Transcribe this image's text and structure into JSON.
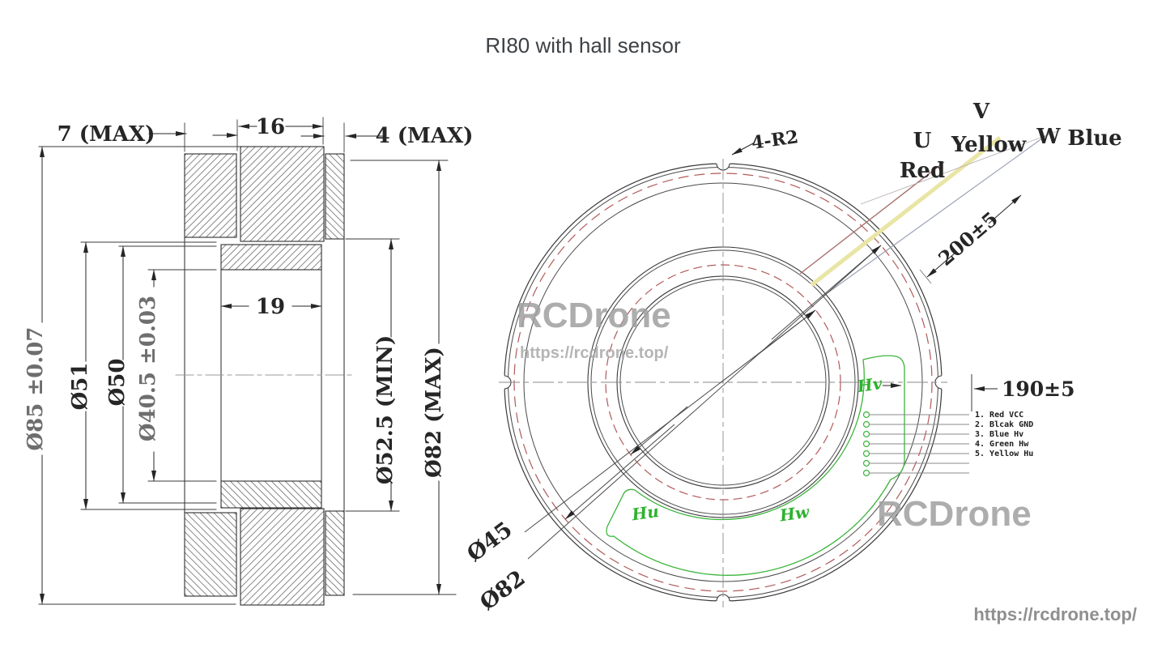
{
  "title": "RI80 with hall sensor",
  "watermark": {
    "brand": "RCDrone",
    "url": "https://rcdrone.top/"
  },
  "side_view": {
    "width_left": "7 (MAX)",
    "width_center": "16",
    "width_right": "4 (MAX)",
    "bore_width": "19",
    "dia_outer": "Ø85 ±0.07",
    "dia_51": "Ø51",
    "dia_50": "Ø50",
    "dia_bore": "Ø40.5 ±0.03",
    "dia_min": "Ø52.5 (MIN)",
    "dia_max": "Ø82 (MAX)"
  },
  "front_view": {
    "corner_radius_note": "4-R2",
    "phase_u": "U",
    "phase_u_color": "Red",
    "phase_v": "V",
    "phase_v_color": "Yellow",
    "phase_w": "W",
    "phase_w_color": "Blue",
    "phase_wire_length": "200±5",
    "hall_wire_length": "190±5",
    "dia_inner": "Ø45",
    "dia_outer": "Ø82",
    "hall_u": "Hu",
    "hall_v": "Hv",
    "hall_w": "Hw",
    "pins": [
      "1. Red VCC",
      "2. Blcak GND",
      "3. Blue Hv",
      "4. Green Hw",
      "5. Yellow Hu"
    ]
  },
  "colors": {
    "line": "#3a3a3a",
    "dashed_red": "#b25a5a",
    "pcb_green": "#3cb53c",
    "wire_yellow": "#e9e5a5",
    "wire_red": "#a97070",
    "wire_blue": "#9aa2b5",
    "watermark_gray": "#9f9f9f",
    "title_gray": "#3d4145"
  }
}
